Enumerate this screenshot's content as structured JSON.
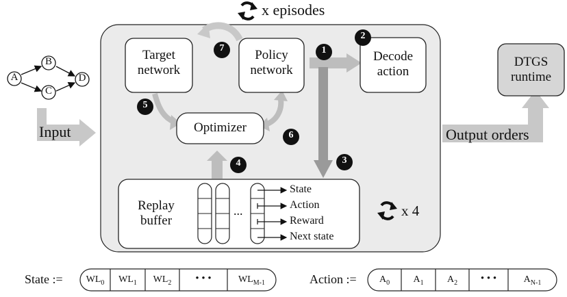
{
  "episodes_label": "x episodes",
  "repeat_label": "x 4",
  "input_label": "Input",
  "output_label": "Output orders",
  "graph_nodes": [
    "A",
    "B",
    "C",
    "D"
  ],
  "target_network": [
    "Target",
    "network"
  ],
  "policy_network": [
    "Policy",
    "network"
  ],
  "decode_action": [
    "Decode",
    "action"
  ],
  "dtgs_runtime": [
    "DTGS",
    "runtime"
  ],
  "optimizer": "Optimizer",
  "replay_buffer": [
    "Replay",
    "buffer"
  ],
  "buffer_ellipsis": "...",
  "buffer_fields": [
    "State",
    "Action",
    "Reward",
    "Next state"
  ],
  "steps": [
    "1",
    "2",
    "3",
    "4",
    "5",
    "6",
    "7"
  ],
  "state_def": {
    "label": "State :=",
    "cells": [
      {
        "base": "WL",
        "sub": "0"
      },
      {
        "base": "WL",
        "sub": "1"
      },
      {
        "base": "WL",
        "sub": "2"
      },
      {
        "base": "• • •",
        "sub": ""
      },
      {
        "base": "WL",
        "sub": "M-1"
      }
    ]
  },
  "action_def": {
    "label": "Action :=",
    "cells": [
      {
        "base": "A",
        "sub": "0"
      },
      {
        "base": "A",
        "sub": "1"
      },
      {
        "base": "A",
        "sub": "2"
      },
      {
        "base": "• • •",
        "sub": ""
      },
      {
        "base": "A",
        "sub": "N-1"
      }
    ]
  },
  "colors": {
    "panel": "#ebebeb",
    "arrow_light": "#c8c8c8",
    "arrow_mid": "#9a9a9a",
    "runtime_fill": "#d6d6d6",
    "badge": "#111111"
  }
}
